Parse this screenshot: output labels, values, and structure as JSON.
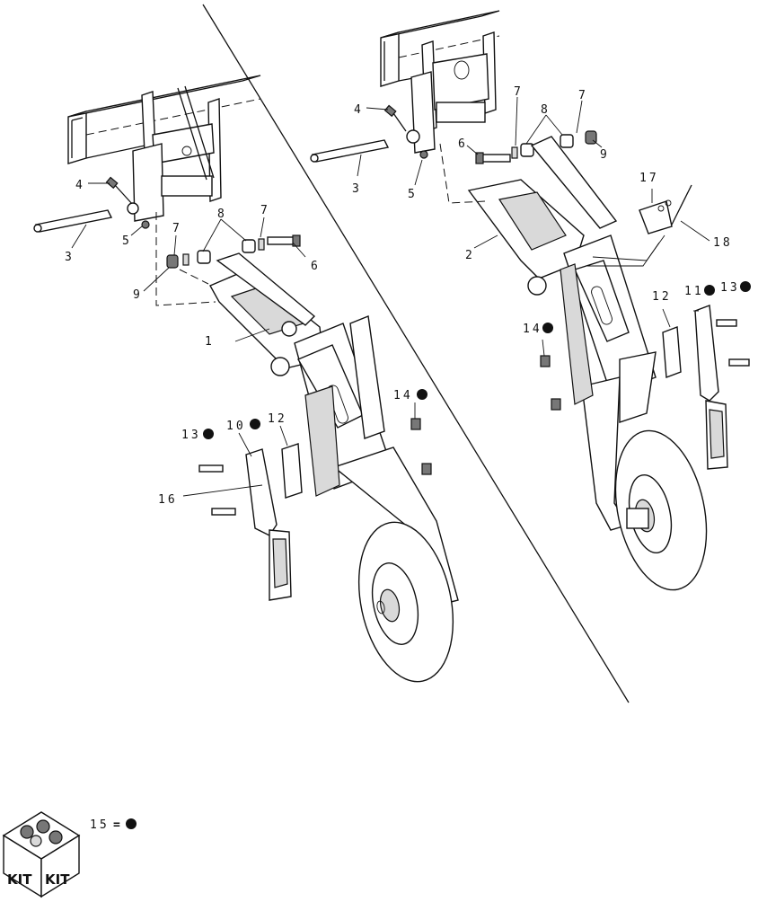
{
  "diagram": {
    "callouts_left": [
      {
        "id": "l-1",
        "text": "1"
      },
      {
        "id": "l-3",
        "text": "3"
      },
      {
        "id": "l-4",
        "text": "4"
      },
      {
        "id": "l-5",
        "text": "5"
      },
      {
        "id": "l-6",
        "text": "6"
      },
      {
        "id": "l-7a",
        "text": "7"
      },
      {
        "id": "l-7b",
        "text": "7"
      },
      {
        "id": "l-8",
        "text": "8"
      },
      {
        "id": "l-9",
        "text": "9"
      },
      {
        "id": "l-10",
        "text": "10"
      },
      {
        "id": "l-12",
        "text": "12"
      },
      {
        "id": "l-13",
        "text": "13"
      },
      {
        "id": "l-14",
        "text": "14"
      },
      {
        "id": "l-16",
        "text": "16"
      }
    ],
    "callouts_right": [
      {
        "id": "r-2",
        "text": "2"
      },
      {
        "id": "r-3",
        "text": "3"
      },
      {
        "id": "r-4",
        "text": "4"
      },
      {
        "id": "r-5",
        "text": "5"
      },
      {
        "id": "r-6",
        "text": "6"
      },
      {
        "id": "r-7a",
        "text": "7"
      },
      {
        "id": "r-7b",
        "text": "7"
      },
      {
        "id": "r-8",
        "text": "8"
      },
      {
        "id": "r-9",
        "text": "9"
      },
      {
        "id": "r-11",
        "text": "11"
      },
      {
        "id": "r-12",
        "text": "12"
      },
      {
        "id": "r-13",
        "text": "13"
      },
      {
        "id": "r-14",
        "text": "14"
      },
      {
        "id": "r-17",
        "text": "17"
      },
      {
        "id": "r-18",
        "text": "18"
      }
    ],
    "legend": {
      "number": "15",
      "equals": "=",
      "kit_left": "KIT",
      "kit_right": "KIT"
    }
  }
}
